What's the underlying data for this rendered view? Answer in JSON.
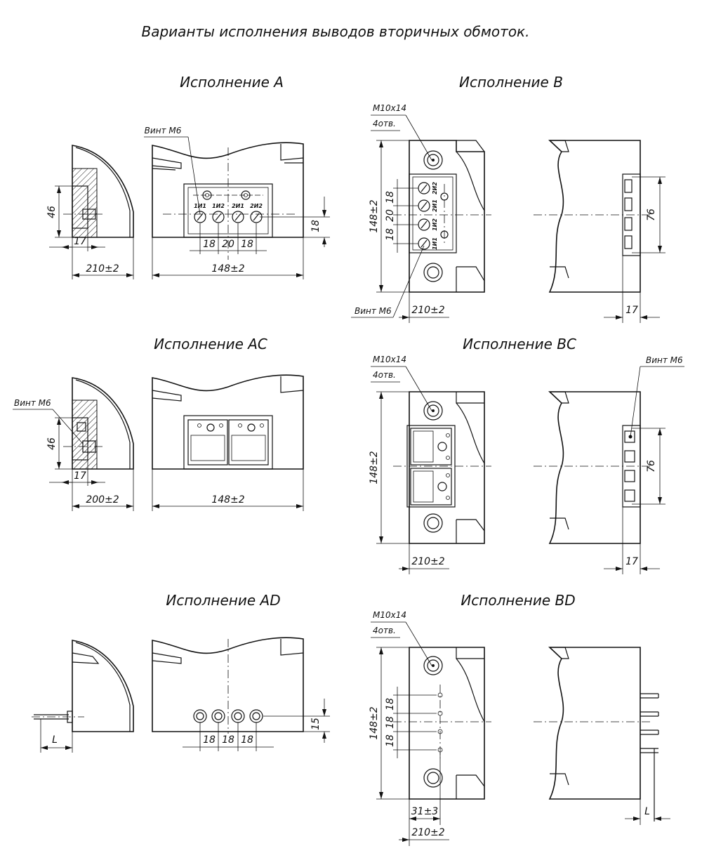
{
  "title": "Варианты исполнения выводов вторичных обмоток.",
  "variants": {
    "A": {
      "name": "Исполнение А",
      "screw_label": "Винт М6",
      "terminals": [
        "1И1",
        "1И2",
        "2И1",
        "2И2"
      ],
      "dims": [
        "46",
        "17",
        "210±2",
        "18",
        "20",
        "18",
        "148±2",
        "18"
      ]
    },
    "B": {
      "name": "Исполнение В",
      "thread_label": "M10x14",
      "holes_label": "4отв.",
      "screw_label": "Винт М6",
      "terminals": [
        "2И2",
        "2И1",
        "1И2",
        "1И1"
      ],
      "dims": [
        "148±2",
        "18",
        "20",
        "18",
        "210±2",
        "76",
        "17"
      ]
    },
    "AC": {
      "name": "Исполнение АС",
      "screw_label": "Винт М6",
      "dims": [
        "46",
        "17",
        "200±2",
        "148±2"
      ]
    },
    "BC": {
      "name": "Исполнение ВС",
      "thread_label": "M10x14",
      "holes_label": "4отв.",
      "screw_label": "Винт М6",
      "dims": [
        "148±2",
        "210±2",
        "76",
        "17"
      ]
    },
    "AD": {
      "name": "Исполнение АD",
      "dims": [
        "L",
        "18",
        "18",
        "18",
        "15"
      ]
    },
    "BD": {
      "name": "Исполнение ВD",
      "thread_label": "M10x14",
      "holes_label": "4отв.",
      "dims": [
        "148±2",
        "18",
        "18",
        "18",
        "31±3",
        "210±2",
        "L"
      ]
    }
  }
}
